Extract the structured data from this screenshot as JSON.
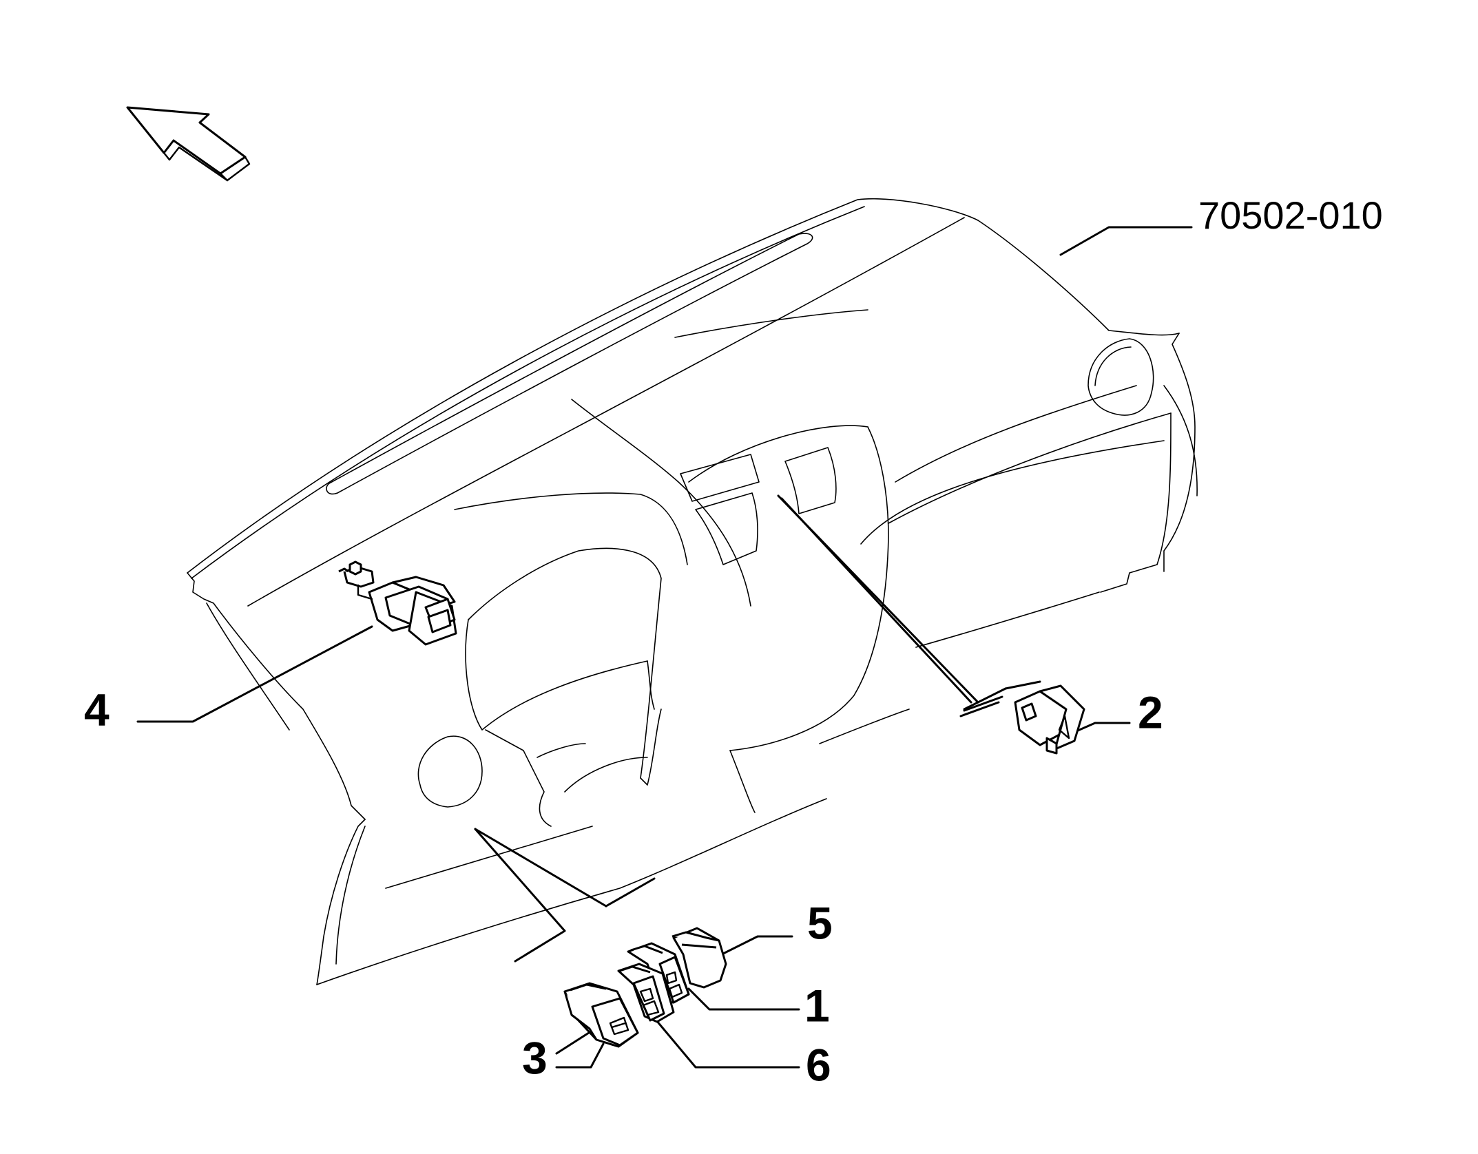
{
  "diagram": {
    "reference_code": "70502-010",
    "callouts": [
      {
        "id": "1",
        "label": "1"
      },
      {
        "id": "2",
        "label": "2"
      },
      {
        "id": "3",
        "label": "3"
      },
      {
        "id": "4",
        "label": "4"
      },
      {
        "id": "5",
        "label": "5"
      },
      {
        "id": "6",
        "label": "6"
      }
    ]
  }
}
